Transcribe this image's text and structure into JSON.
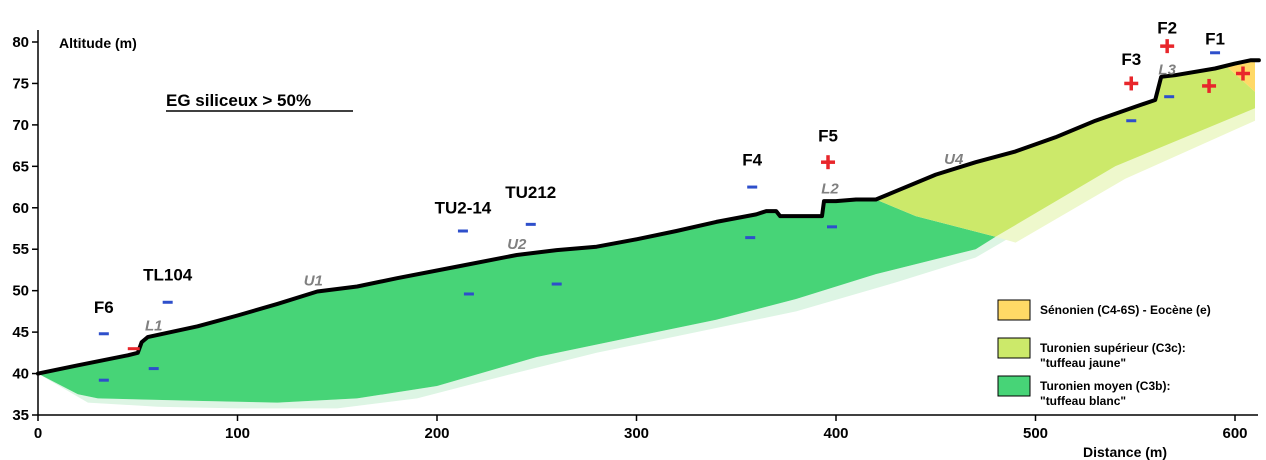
{
  "chart_data": {
    "type": "area",
    "title": "",
    "xlabel": "Distance (m)",
    "ylabel": "Altitude (m)",
    "xlim": [
      0,
      612
    ],
    "ylim": [
      35,
      81
    ],
    "grid": false,
    "legend_position": "bottom-right",
    "x_ticks": [
      "0",
      "100",
      "200",
      "300",
      "400",
      "500",
      "600"
    ],
    "y_ticks": [
      "35",
      "40",
      "45",
      "50",
      "55",
      "60",
      "65",
      "70",
      "75",
      "80"
    ],
    "annotation": "EG siliceux > 50%",
    "profile": [
      [
        0,
        40
      ],
      [
        20,
        41
      ],
      [
        45,
        42.2
      ],
      [
        50,
        42.5
      ],
      [
        52,
        43.8
      ],
      [
        55,
        44.4
      ],
      [
        80,
        45.7
      ],
      [
        100,
        47
      ],
      [
        120,
        48.4
      ],
      [
        140,
        49.9
      ],
      [
        160,
        50.5
      ],
      [
        180,
        51.5
      ],
      [
        210,
        52.9
      ],
      [
        240,
        54.3
      ],
      [
        260,
        54.9
      ],
      [
        280,
        55.3
      ],
      [
        300,
        56.2
      ],
      [
        320,
        57.2
      ],
      [
        340,
        58.3
      ],
      [
        360,
        59.2
      ],
      [
        365,
        59.6
      ],
      [
        370,
        59.6
      ],
      [
        372,
        59.0
      ],
      [
        393,
        59.0
      ],
      [
        394,
        60.8
      ],
      [
        400,
        60.8
      ],
      [
        410,
        61.0
      ],
      [
        420,
        61.0
      ],
      [
        430,
        62.0
      ],
      [
        450,
        64.0
      ],
      [
        470,
        65.5
      ],
      [
        490,
        66.8
      ],
      [
        510,
        68.5
      ],
      [
        530,
        70.5
      ],
      [
        550,
        72.2
      ],
      [
        560,
        73.0
      ],
      [
        563,
        75.8
      ],
      [
        570,
        76.0
      ],
      [
        590,
        76.8
      ],
      [
        600,
        77.4
      ],
      [
        608,
        77.8
      ],
      [
        612,
        77.8
      ]
    ],
    "layers": [
      {
        "name": "Sénonien (C4-6S) - Eocène (e)",
        "color": "#FFD966",
        "polygon": [
          [
            596,
            77.0
          ],
          [
            608,
            77.8
          ],
          [
            610,
            77.6
          ],
          [
            610,
            74.0
          ],
          [
            603,
            75.5
          ]
        ]
      },
      {
        "name": "Turonien supérieur (C3c):\n\"tuffeau jaune\"",
        "color": "#CCE96A",
        "polygon": [
          [
            420,
            61.0
          ],
          [
            430,
            62.0
          ],
          [
            450,
            64.0
          ],
          [
            470,
            65.5
          ],
          [
            490,
            66.8
          ],
          [
            510,
            68.5
          ],
          [
            530,
            70.5
          ],
          [
            550,
            72.2
          ],
          [
            560,
            73.0
          ],
          [
            563,
            75.8
          ],
          [
            570,
            76.0
          ],
          [
            590,
            76.8
          ],
          [
            596,
            77.0
          ],
          [
            603,
            75.5
          ],
          [
            610,
            74.0
          ],
          [
            610,
            72.0
          ],
          [
            540,
            65.0
          ],
          [
            480,
            56.5
          ],
          [
            440,
            59.0
          ]
        ]
      },
      {
        "name": "Turonien moyen (C3b):\n\"tuffeau blanc\"",
        "color": "#47D477",
        "polygon": [
          [
            0,
            40
          ],
          [
            20,
            41
          ],
          [
            45,
            42.2
          ],
          [
            50,
            42.5
          ],
          [
            52,
            43.8
          ],
          [
            55,
            44.4
          ],
          [
            80,
            45.7
          ],
          [
            100,
            47
          ],
          [
            120,
            48.4
          ],
          [
            140,
            49.9
          ],
          [
            160,
            50.5
          ],
          [
            180,
            51.5
          ],
          [
            210,
            52.9
          ],
          [
            240,
            54.3
          ],
          [
            260,
            54.9
          ],
          [
            280,
            55.3
          ],
          [
            300,
            56.2
          ],
          [
            320,
            57.2
          ],
          [
            340,
            58.3
          ],
          [
            360,
            59.2
          ],
          [
            365,
            59.6
          ],
          [
            370,
            59.6
          ],
          [
            372,
            59.0
          ],
          [
            393,
            59.0
          ],
          [
            394,
            60.8
          ],
          [
            400,
            60.8
          ],
          [
            410,
            61.0
          ],
          [
            420,
            61.0
          ],
          [
            440,
            59.0
          ],
          [
            480,
            56.5
          ],
          [
            470,
            55.0
          ],
          [
            420,
            52.0
          ],
          [
            380,
            49.0
          ],
          [
            340,
            46.5
          ],
          [
            300,
            44.5
          ],
          [
            250,
            42.0
          ],
          [
            200,
            38.5
          ],
          [
            160,
            37.0
          ],
          [
            120,
            36.5
          ],
          [
            80,
            36.7
          ],
          [
            30,
            37.0
          ],
          [
            20,
            37.5
          ]
        ]
      }
    ],
    "boreholes": [
      {
        "label": "F1",
        "x": 590,
        "label_y": 79.7,
        "symbol": "-",
        "sym_y": 78.7
      },
      {
        "label": "F2",
        "x": 566,
        "label_y": 81.0,
        "symbol": "+",
        "sym_y": 79.5
      },
      {
        "label": "F3",
        "x": 548,
        "label_y": 77.2,
        "symbol": "+",
        "sym_y": 75.0
      },
      {
        "label": "F4",
        "x": 358,
        "label_y": 65.1,
        "symbol": "-",
        "sym_y": 62.5
      },
      {
        "label": "F5",
        "x": 396,
        "label_y": 68.0,
        "symbol": "+",
        "sym_y": 65.5
      },
      {
        "label": "F6",
        "x": 33,
        "label_y": 47.3,
        "symbol": "-",
        "sym_y": 44.8
      },
      {
        "label": "TL104",
        "x": 65,
        "label_y": 51.2,
        "symbol": "-",
        "sym_y": 48.6
      },
      {
        "label": "TU2-14",
        "x": 213,
        "label_y": 59.3,
        "symbol": "-",
        "sym_y": 57.2
      },
      {
        "label": "TU212",
        "x": 247,
        "label_y": 61.2,
        "symbol": "-",
        "sym_y": 58.0
      }
    ],
    "markers": [
      {
        "symbol": "-",
        "x": 33,
        "y": 39.2
      },
      {
        "symbol": "-",
        "x": 58,
        "y": 40.6
      },
      {
        "symbol": "-",
        "x": 216,
        "y": 49.6
      },
      {
        "symbol": "-",
        "x": 260,
        "y": 50.8
      },
      {
        "symbol": "-",
        "x": 357,
        "y": 56.4
      },
      {
        "symbol": "-",
        "x": 398,
        "y": 57.7
      },
      {
        "symbol": "-",
        "x": 548,
        "y": 70.5
      },
      {
        "symbol": "-",
        "x": 567,
        "y": 73.4
      },
      {
        "symbol": "+",
        "x": 587,
        "y": 74.7
      },
      {
        "symbol": "+",
        "x": 604,
        "y": 76.2
      }
    ],
    "segments": [
      {
        "label": "U1",
        "x": 138,
        "y": 50.6
      },
      {
        "label": "U2",
        "x": 240,
        "y": 55.0
      },
      {
        "label": "U4",
        "x": 459,
        "y": 65.3
      },
      {
        "label": "L1",
        "x": 58,
        "y": 45.2
      },
      {
        "label": "L2",
        "x": 397,
        "y": 61.7
      },
      {
        "label": "L3",
        "x": 566,
        "y": 76.1
      }
    ],
    "red_steps": [
      {
        "x1": 45,
        "x2": 51,
        "y": 43.0
      }
    ]
  },
  "colors": {
    "profile_line": "#000000",
    "marker_plus": "#E8262B",
    "marker_minus": "#2E4FCB",
    "segment_label": "#808080"
  }
}
